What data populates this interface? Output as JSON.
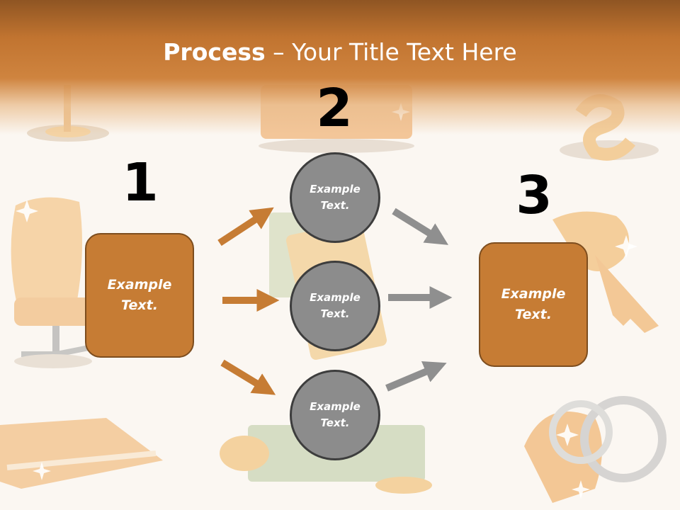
{
  "title": {
    "bold": "Process",
    "rest": " – Your Title Text Here"
  },
  "steps": [
    {
      "number": "1",
      "text_line1": "Example",
      "text_line2": "Text."
    },
    {
      "number": "2"
    },
    {
      "number": "3",
      "text_line1": "Example",
      "text_line2": "Text."
    }
  ],
  "circles": [
    {
      "text_line1": "Example",
      "text_line2": "Text."
    },
    {
      "text_line1": "Example",
      "text_line2": "Text."
    },
    {
      "text_line1": "Example",
      "text_line2": "Text."
    }
  ],
  "colors": {
    "orange": "#c67c34",
    "orange_border": "#7d4d1e",
    "gray": "#8c8c8c",
    "gray_arrow": "#8f8f8f",
    "header": "#c17430"
  }
}
